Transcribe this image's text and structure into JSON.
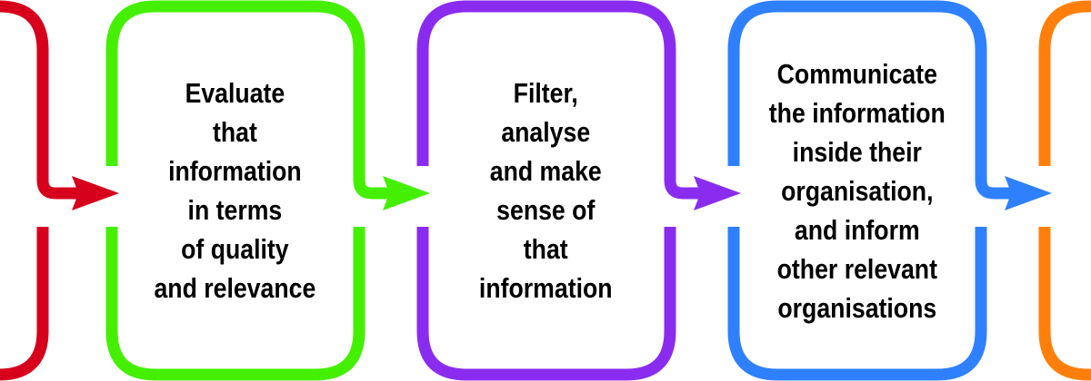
{
  "steps": [
    {
      "text": "",
      "color": "#d6001c"
    },
    {
      "text": "Evaluate\nthat\ninformation\nin terms\nof quality\nand relevance",
      "color": "#44f000"
    },
    {
      "text": "Filter,\nanalyse\nand make\nsense of\nthat\ninformation",
      "color": "#8a2cf0"
    },
    {
      "text": "Communicate\nthe information\ninside their\norganisation,\nand inform\nother relevant\norganisations",
      "color": "#2f80ff"
    },
    {
      "text": "",
      "color": "#ff7f0a"
    }
  ]
}
